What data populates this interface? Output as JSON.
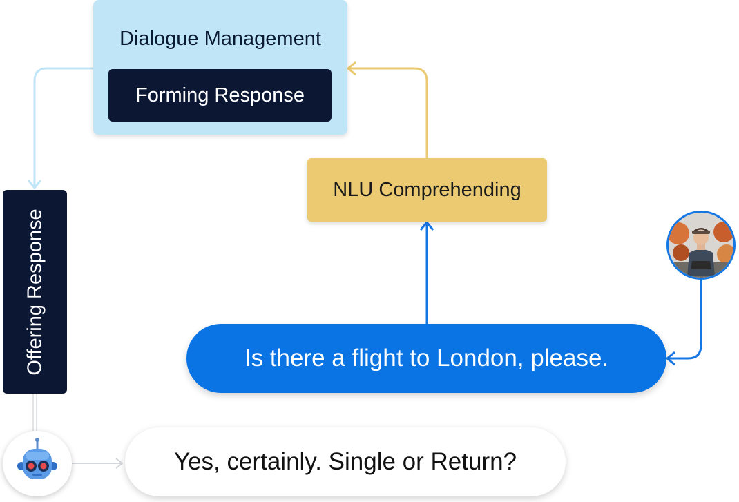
{
  "dialogue_management": {
    "title": "Dialogue Management",
    "inner_label": "Forming Response"
  },
  "nlu": {
    "label": "NLU Comprehending"
  },
  "offering": {
    "label": "Offering Response"
  },
  "user_message": {
    "text": "Is there a flight to London, please."
  },
  "bot_message": {
    "text": "Yes, certainly. Single or Return?"
  },
  "colors": {
    "dialogue_management_bg": "#bfe5f7",
    "navy": "#0b1733",
    "nlu_bg": "#ebca72",
    "user_bubble": "#0a74e4",
    "light_blue_connector": "#bfe5f7",
    "yellow_connector": "#ebca72",
    "blue_connector": "#1577e4"
  },
  "icons": {
    "bot_avatar": "robot-icon",
    "user_avatar": "user-photo-icon"
  }
}
